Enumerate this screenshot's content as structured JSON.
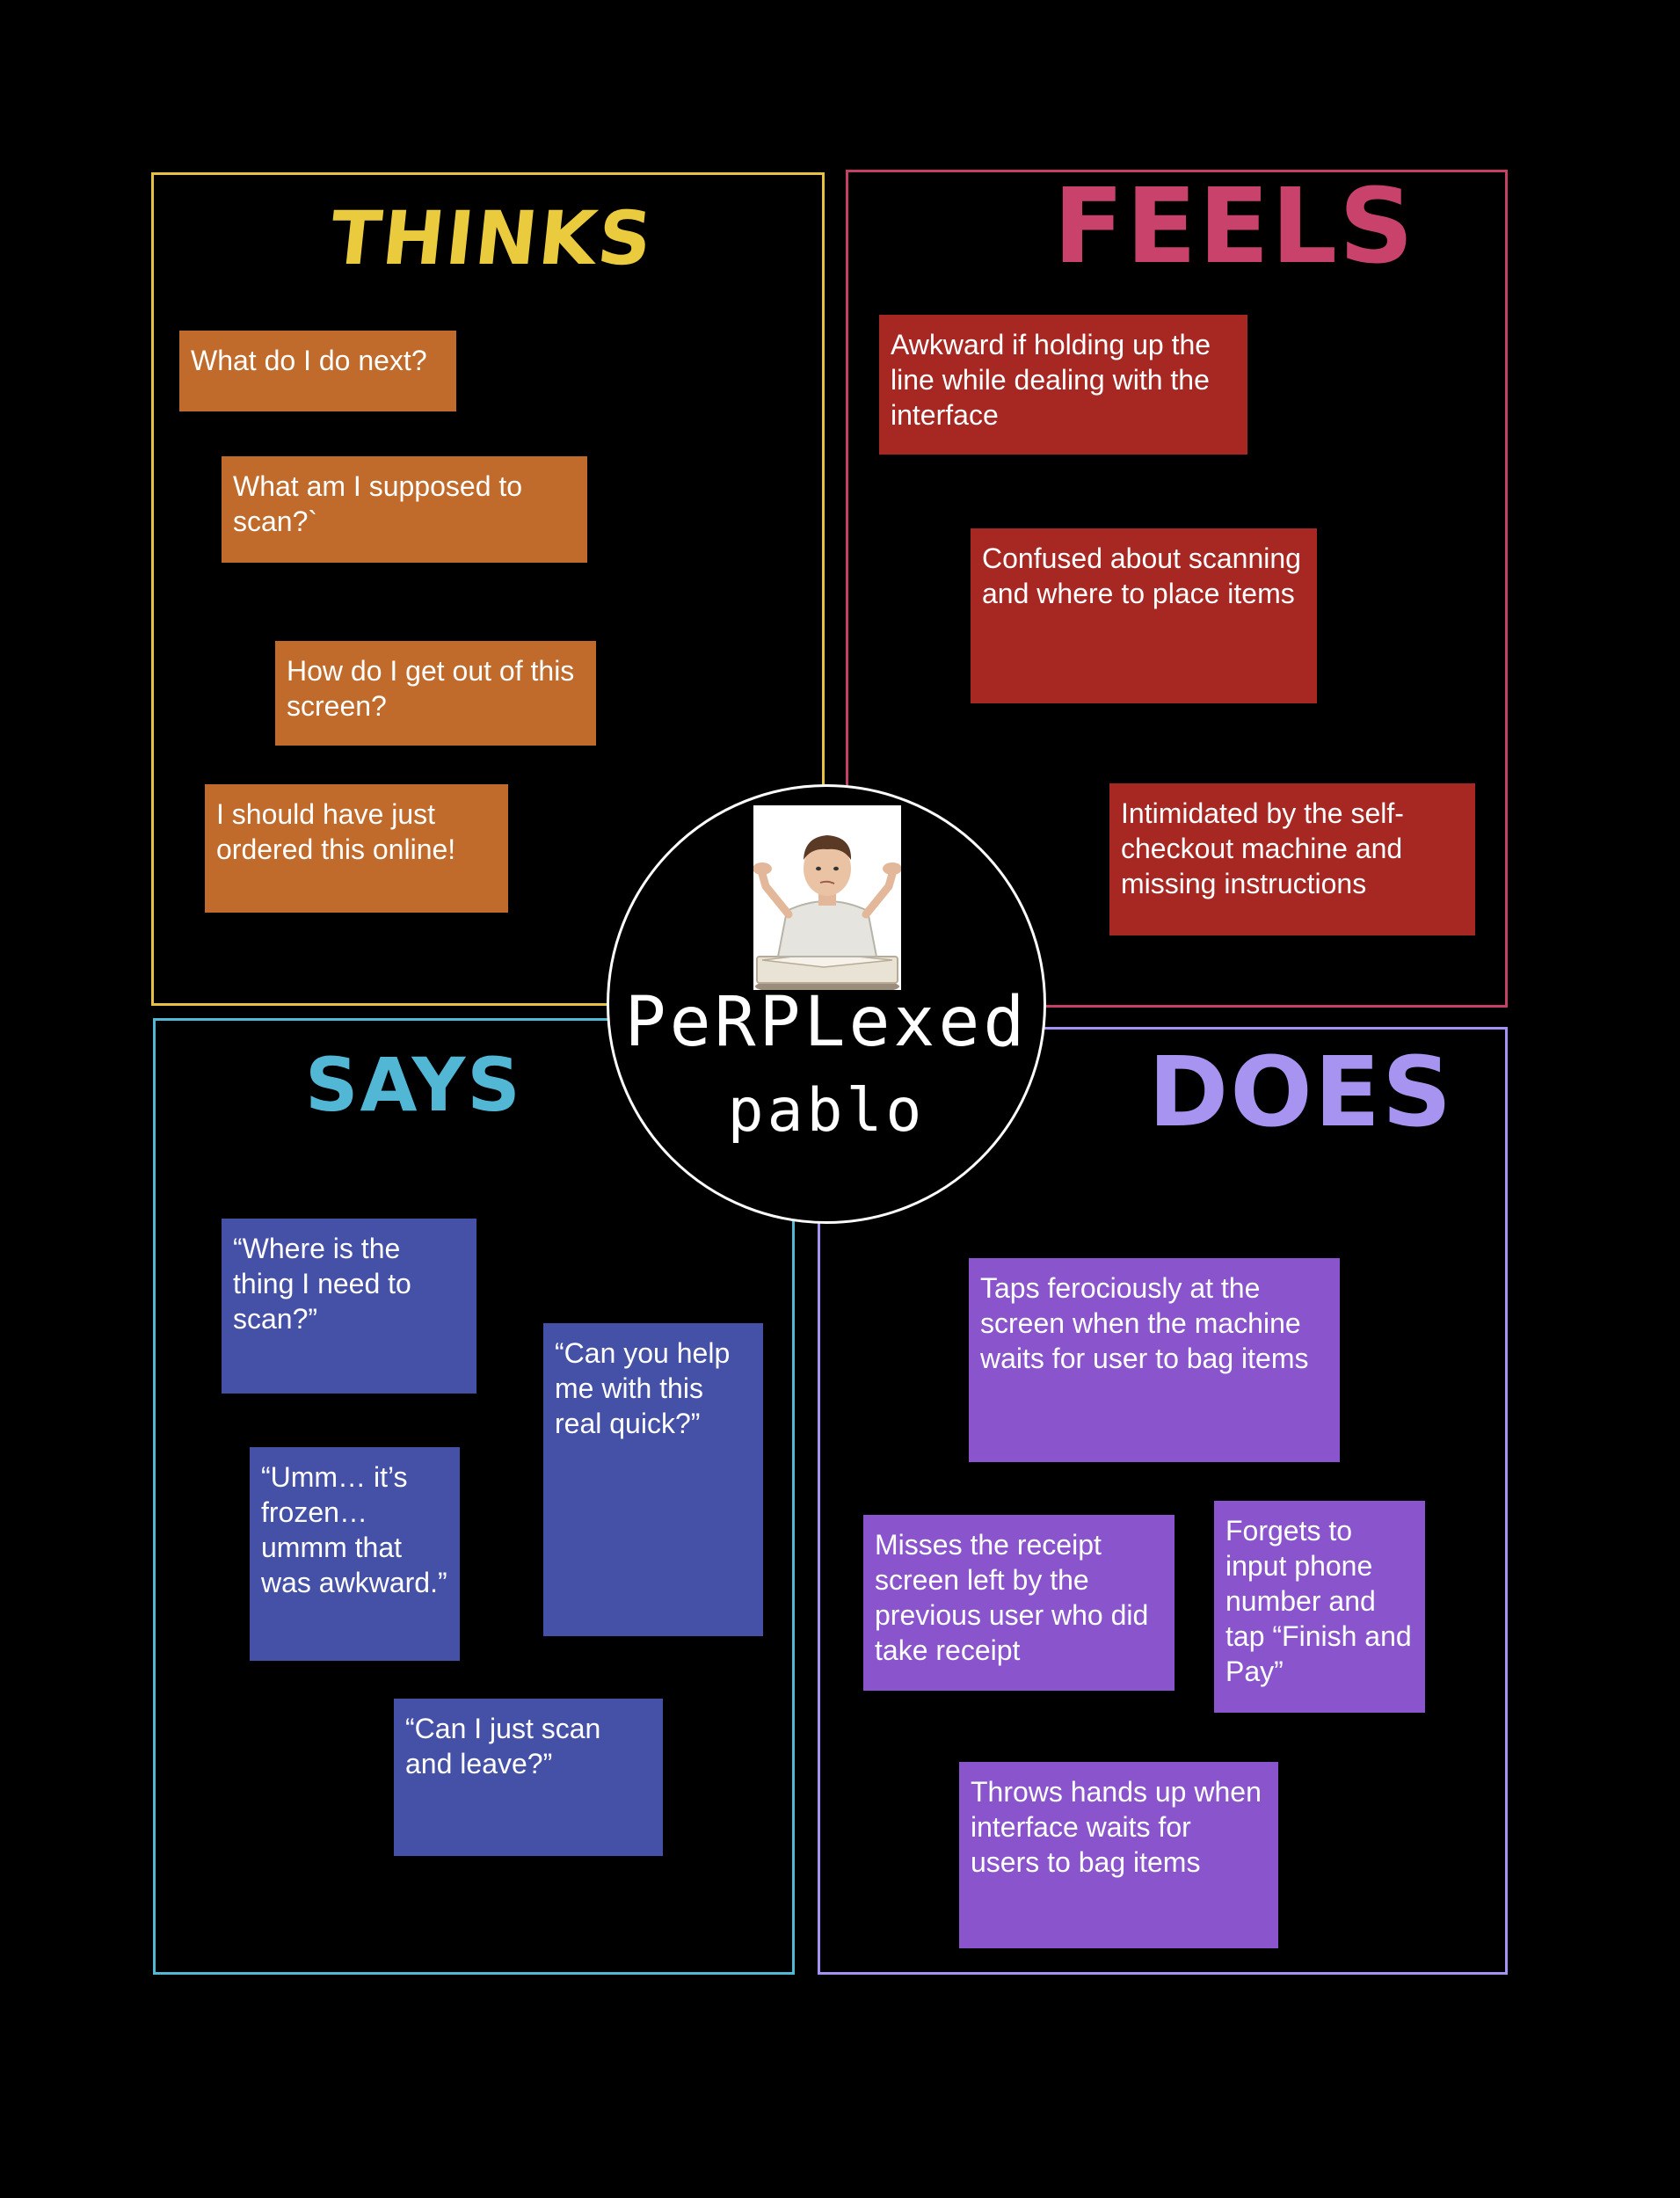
{
  "persona": {
    "line1": "PeRPLexed",
    "line2": "pablo"
  },
  "thinks": {
    "heading": "THINKS",
    "notes": [
      "What do I do next?",
      "What am I supposed to scan?`",
      "How do I get out of this screen?",
      "I should have just ordered this online!"
    ]
  },
  "feels": {
    "heading": "FEELS",
    "notes": [
      "Awkward if holding up the line while dealing with the interface",
      "Confused about scanning and where to place items",
      "Intimidated by the self-checkout machine and missing instructions"
    ]
  },
  "says": {
    "heading": "SAYS",
    "notes": [
      "“Where is the thing I need to scan?”",
      "“Can you help me with this real quick?”",
      "“Umm… it’s frozen… ummm that was awkward.”",
      "“Can I just scan and leave?”"
    ]
  },
  "does": {
    "heading": "DOES",
    "notes": [
      "Taps ferociously at the screen when the machine waits for user to bag items",
      "Misses the receipt screen left by the previous user who did take receipt",
      "Forgets to input phone number and tap “Finish and Pay”",
      "Throws hands up when interface waits for users to bag items"
    ]
  },
  "colors": {
    "thinks": "#e7c141",
    "feels": "#c44165",
    "says": "#4fb9d6",
    "does": "#a692f5",
    "thinks_note": "#c06a2b",
    "feels_note": "#a72723",
    "says_note": "#4550a7",
    "does_note": "#8a54cc"
  }
}
